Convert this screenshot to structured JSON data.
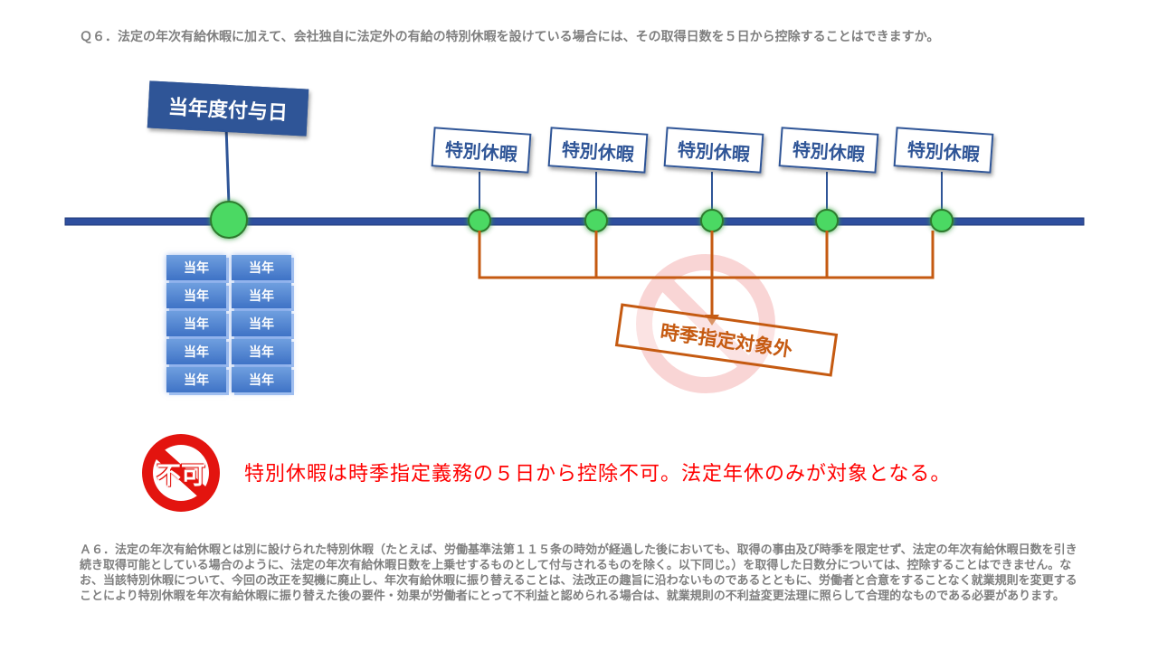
{
  "question": "Ｑ６．法定の年次有給休暇に加えて、会社独自に法定外の有給の特別休暇を設けている場合には、その取得日数を５日から控除することはできますか。",
  "diagram": {
    "start_label": "当年度付与日",
    "special_leave_label": "特別休暇",
    "special_leave_count": 5,
    "leave_block_label": "当年",
    "leave_block_count": 10,
    "excluded_label": "時季指定対象外"
  },
  "conclusion": {
    "badge": "不可",
    "text": "特別休暇は時季指定義務の５日から控除不可。法定年休のみが対象となる。"
  },
  "answer": "Ａ６．法定の年次有給休暇とは別に設けられた特別休暇（たとえば、労働基準法第１１５条の時効が経過した後においても、取得の事由及び時季を限定せず、法定の年次有給休暇日数を引き続き取得可能としている場合のように、法定の年次有給休暇日数を上乗せするものとして付与されるものを除く。以下同じ。）を取得した日数分については、控除することはできません。なお、当該特別休暇について、今回の改正を契機に廃止し、年次有給休暇に振り替えることは、法改正の趣旨に沿わないものであるとともに、労働者と合意をすることなく就業規則を変更することにより特別休暇を年次有給休暇に振り替えた後の要件・効果が労働者にとって不利益と認められる場合は、就業規則の不利益変更法理に照らして合理的なものである必要があります。",
  "colors": {
    "timeline": "#2f4f9f",
    "node_green": "#4cd964",
    "bracket": "#c55a11",
    "prohibit_red": "#e3140f",
    "conclusion_red": "#ff0000"
  }
}
